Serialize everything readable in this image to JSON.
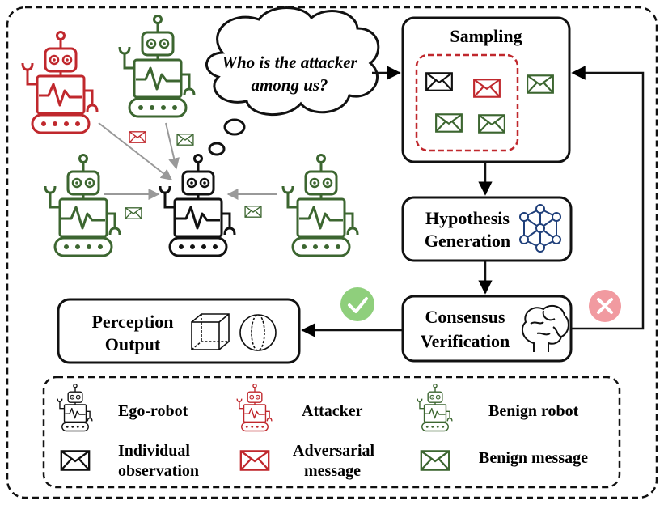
{
  "thought_bubble": {
    "line1": "Who is the attacker",
    "line2": "among us?"
  },
  "sampling": {
    "title": "Sampling"
  },
  "hypothesis": {
    "line1": "Hypothesis",
    "line2": "Generation"
  },
  "consensus": {
    "line1": "Consensus",
    "line2": "Verification"
  },
  "perception": {
    "line1": "Perception",
    "line2": "Output"
  },
  "legend": {
    "ego_robot": "Ego-robot",
    "attacker": "Attacker",
    "benign_robot": "Benign robot",
    "individual_obs_line1": "Individual",
    "individual_obs_line2": "observation",
    "adversarial_line1": "Adversarial",
    "adversarial_line2": "message",
    "benign_message": "Benign message"
  },
  "colors": {
    "ego": "#111111",
    "attacker": "#c0282d",
    "benign": "#3c6630",
    "check": "#8fcf7c",
    "cross": "#f19aa0",
    "network": "#1f3f7a",
    "arrow_gray": "#999999"
  },
  "icons": {
    "check": "check-circle-icon",
    "cross": "cross-circle-icon",
    "network": "neural-network-icon",
    "brain": "brain-icon",
    "cube": "cube-icon",
    "sphere": "sphere-icon",
    "envelope": "envelope-icon",
    "robot": "robot-icon"
  }
}
